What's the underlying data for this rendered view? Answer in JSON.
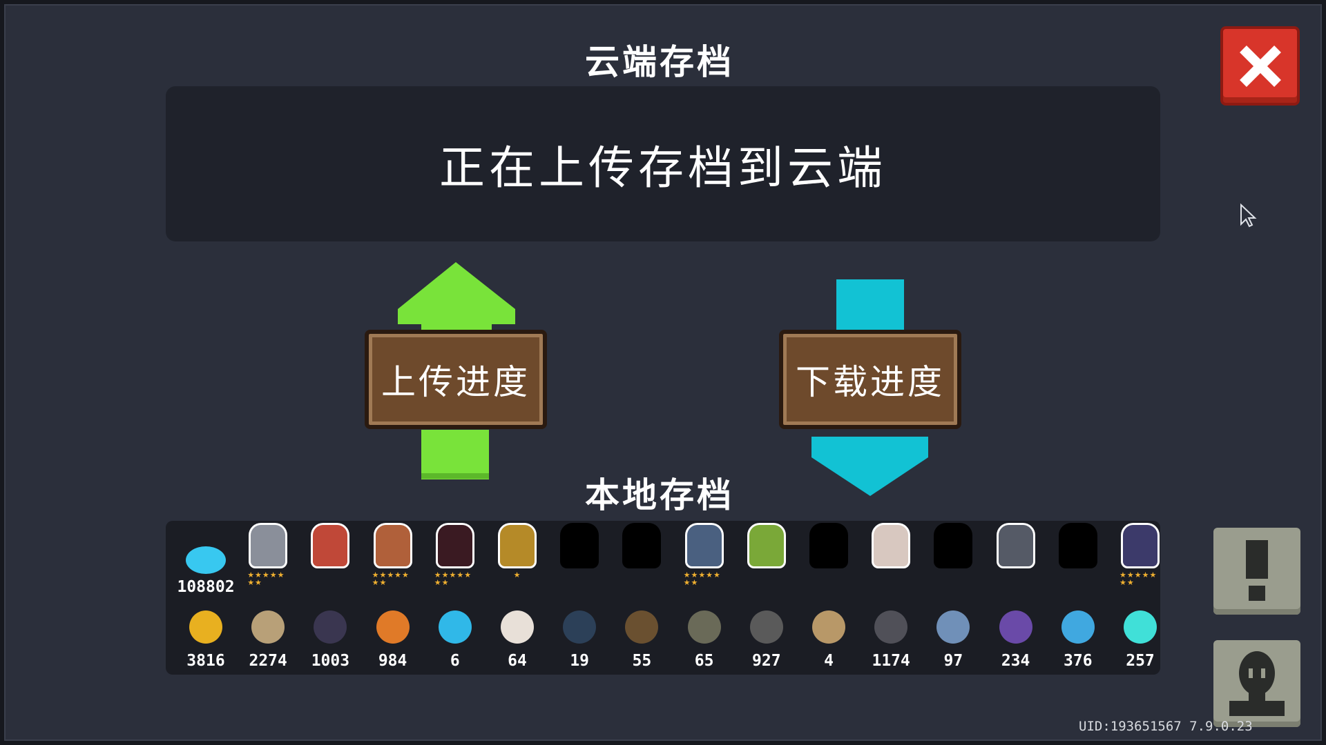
{
  "title": "云端存档",
  "status": "正在上传存档到云端",
  "upload_label": "上传进度",
  "download_label": "下载进度",
  "local_title": "本地存档",
  "uid": "UID:193651567 7.9.0.23",
  "colors": {
    "upload": "#79e33a",
    "download": "#12c2d4",
    "close": "#d8352a"
  },
  "currency": {
    "value": "108802",
    "icon": "gem-icon"
  },
  "characters": [
    {
      "color": "#8a8f9a",
      "stars": 7,
      "locked": false
    },
    {
      "color": "#c04838",
      "stars": 0,
      "locked": false
    },
    {
      "color": "#b0603a",
      "stars": 7,
      "locked": false
    },
    {
      "color": "#3a1a22",
      "stars": 7,
      "locked": false
    },
    {
      "color": "#b58a28",
      "stars": 1,
      "locked": false
    },
    {
      "color": "#000000",
      "stars": 0,
      "locked": true
    },
    {
      "color": "#000000",
      "stars": 0,
      "locked": true
    },
    {
      "color": "#4a6080",
      "stars": 7,
      "locked": false
    },
    {
      "color": "#7aa838",
      "stars": 0,
      "locked": false
    },
    {
      "color": "#000000",
      "stars": 0,
      "locked": true
    },
    {
      "color": "#d8c8c0",
      "stars": 0,
      "locked": false
    },
    {
      "color": "#000000",
      "stars": 0,
      "locked": true
    },
    {
      "color": "#555a66",
      "stars": 0,
      "locked": false
    },
    {
      "color": "#000000",
      "stars": 0,
      "locked": true
    },
    {
      "color": "#3c3a6a",
      "stars": 7,
      "locked": false
    }
  ],
  "items": [
    {
      "value": "3816",
      "color": "#e8b020",
      "icon": "gold-coin-icon"
    },
    {
      "value": "2274",
      "color": "#b8a078",
      "icon": "fiber-icon"
    },
    {
      "value": "1003",
      "color": "#3a3650",
      "icon": "wood-log-icon"
    },
    {
      "value": "984",
      "color": "#e07a28",
      "icon": "ore-icon"
    },
    {
      "value": "6",
      "color": "#30b8e8",
      "icon": "energy-orb-icon"
    },
    {
      "value": "64",
      "color": "#e8e0d8",
      "icon": "seed-bag-icon"
    },
    {
      "value": "19",
      "color": "#2c4058",
      "icon": "fish-icon"
    },
    {
      "value": "55",
      "color": "#6a5030",
      "icon": "tool-icon"
    },
    {
      "value": "65",
      "color": "#6a6a58",
      "icon": "part-icon"
    },
    {
      "value": "927",
      "color": "#5a5a5a",
      "icon": "gear-icon"
    },
    {
      "value": "4",
      "color": "#b89868",
      "icon": "blueprint-icon"
    },
    {
      "value": "1174",
      "color": "#505058",
      "icon": "coal-icon"
    },
    {
      "value": "97",
      "color": "#7090b8",
      "icon": "cloth-icon"
    },
    {
      "value": "234",
      "color": "#6a4aa8",
      "icon": "purple-crystal-icon"
    },
    {
      "value": "376",
      "color": "#40a8e0",
      "icon": "blue-crystal-icon"
    },
    {
      "value": "257",
      "color": "#40e0d8",
      "icon": "cyan-crystal-icon"
    }
  ]
}
